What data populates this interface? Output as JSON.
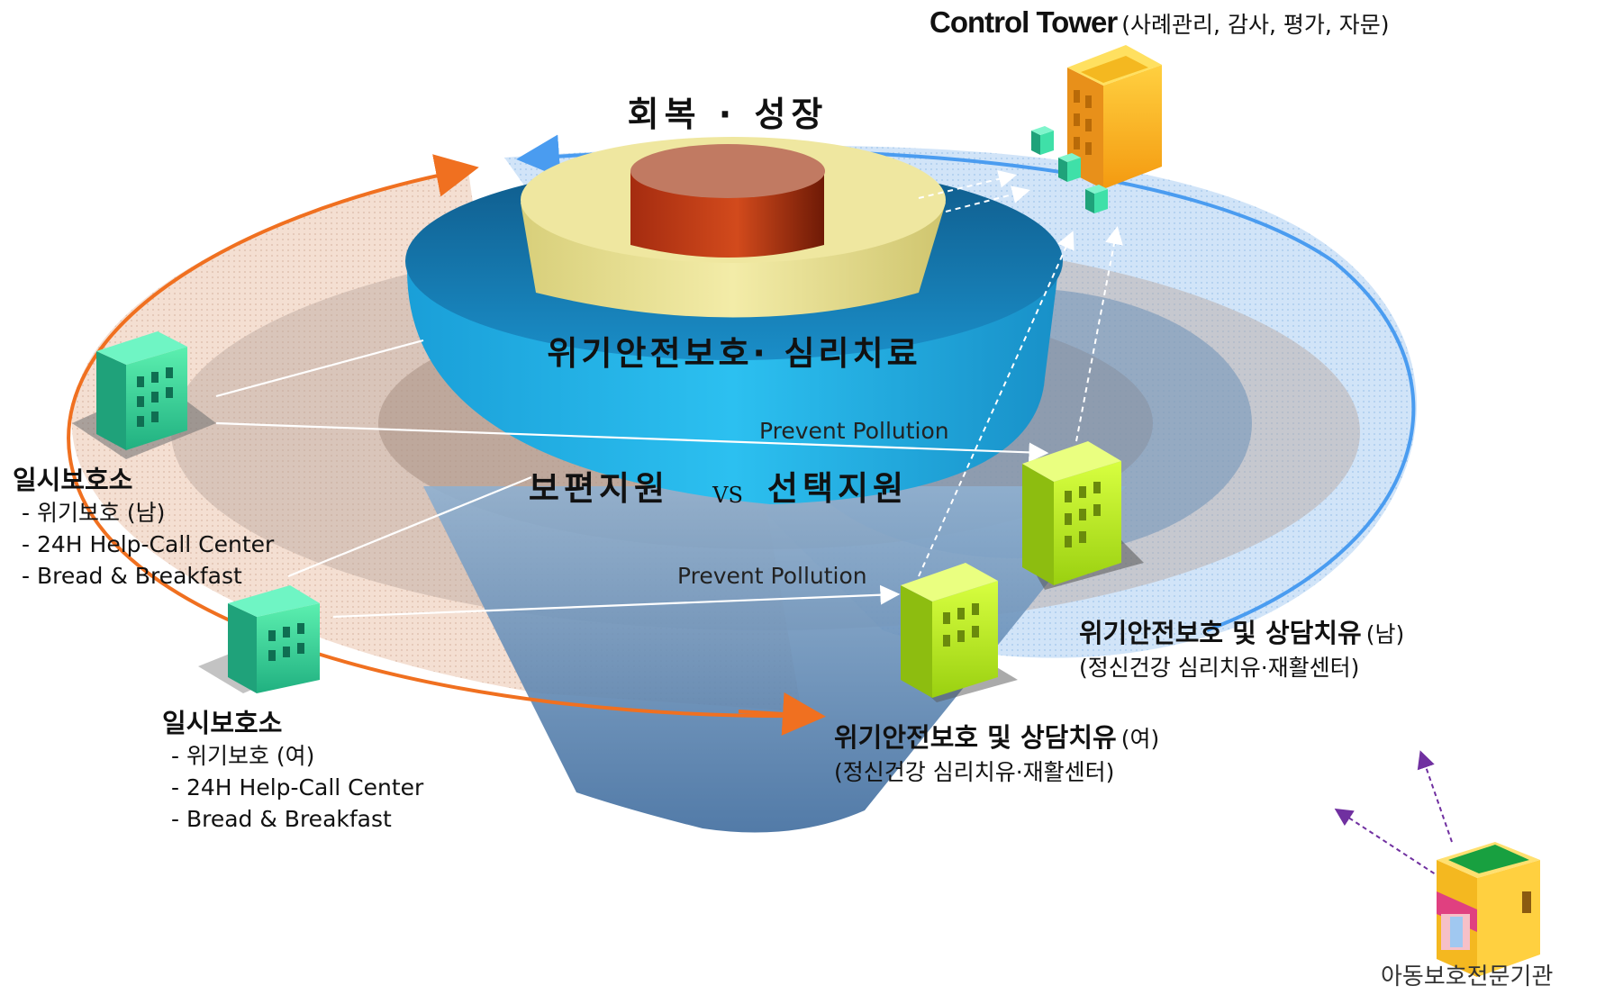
{
  "control_tower": {
    "title": "Control Tower",
    "subtitle": "(사례관리, 감사, 평가, 자문)"
  },
  "tiers": {
    "top": "회복 · 성장",
    "middle": "위기안전보호· 심리치료",
    "bottom_left": "보편지원",
    "vs": "VS",
    "bottom_right": "선택지원"
  },
  "arrows": {
    "prevent_upper": "Prevent Pollution",
    "prevent_lower": "Prevent Pollution"
  },
  "shelter_male": {
    "title": "일시보호소",
    "lines": [
      "- 위기보호 (남)",
      "- 24H Help-Call Center",
      "- Bread & Breakfast"
    ]
  },
  "shelter_female": {
    "title": "일시보호소",
    "lines": [
      "- 위기보호 (여)",
      "- 24H Help-Call Center",
      "- Bread & Breakfast"
    ]
  },
  "center_male": {
    "title": "위기안전보호 및 상담치유",
    "gender": "(남)",
    "sub": "(정신건강 심리치유·재활센터)"
  },
  "center_female": {
    "title": "위기안전보호 및 상담치유",
    "gender": "(여)",
    "sub": "(정신건강 심리치유·재활센터)"
  },
  "agency": {
    "label": "아동보호전문기관"
  },
  "colors": {
    "orange_ring": "#f07020",
    "blue_ring": "#4a9cf0",
    "cyan_tier": "#1fb0e8",
    "yellow_tier": "#e8e090",
    "red_top": "#c0401a",
    "green_building": "#2fd6a0",
    "lime_building": "#b8f020",
    "gold_tower": "#ffb020",
    "purple_arrow": "#7030a0"
  }
}
